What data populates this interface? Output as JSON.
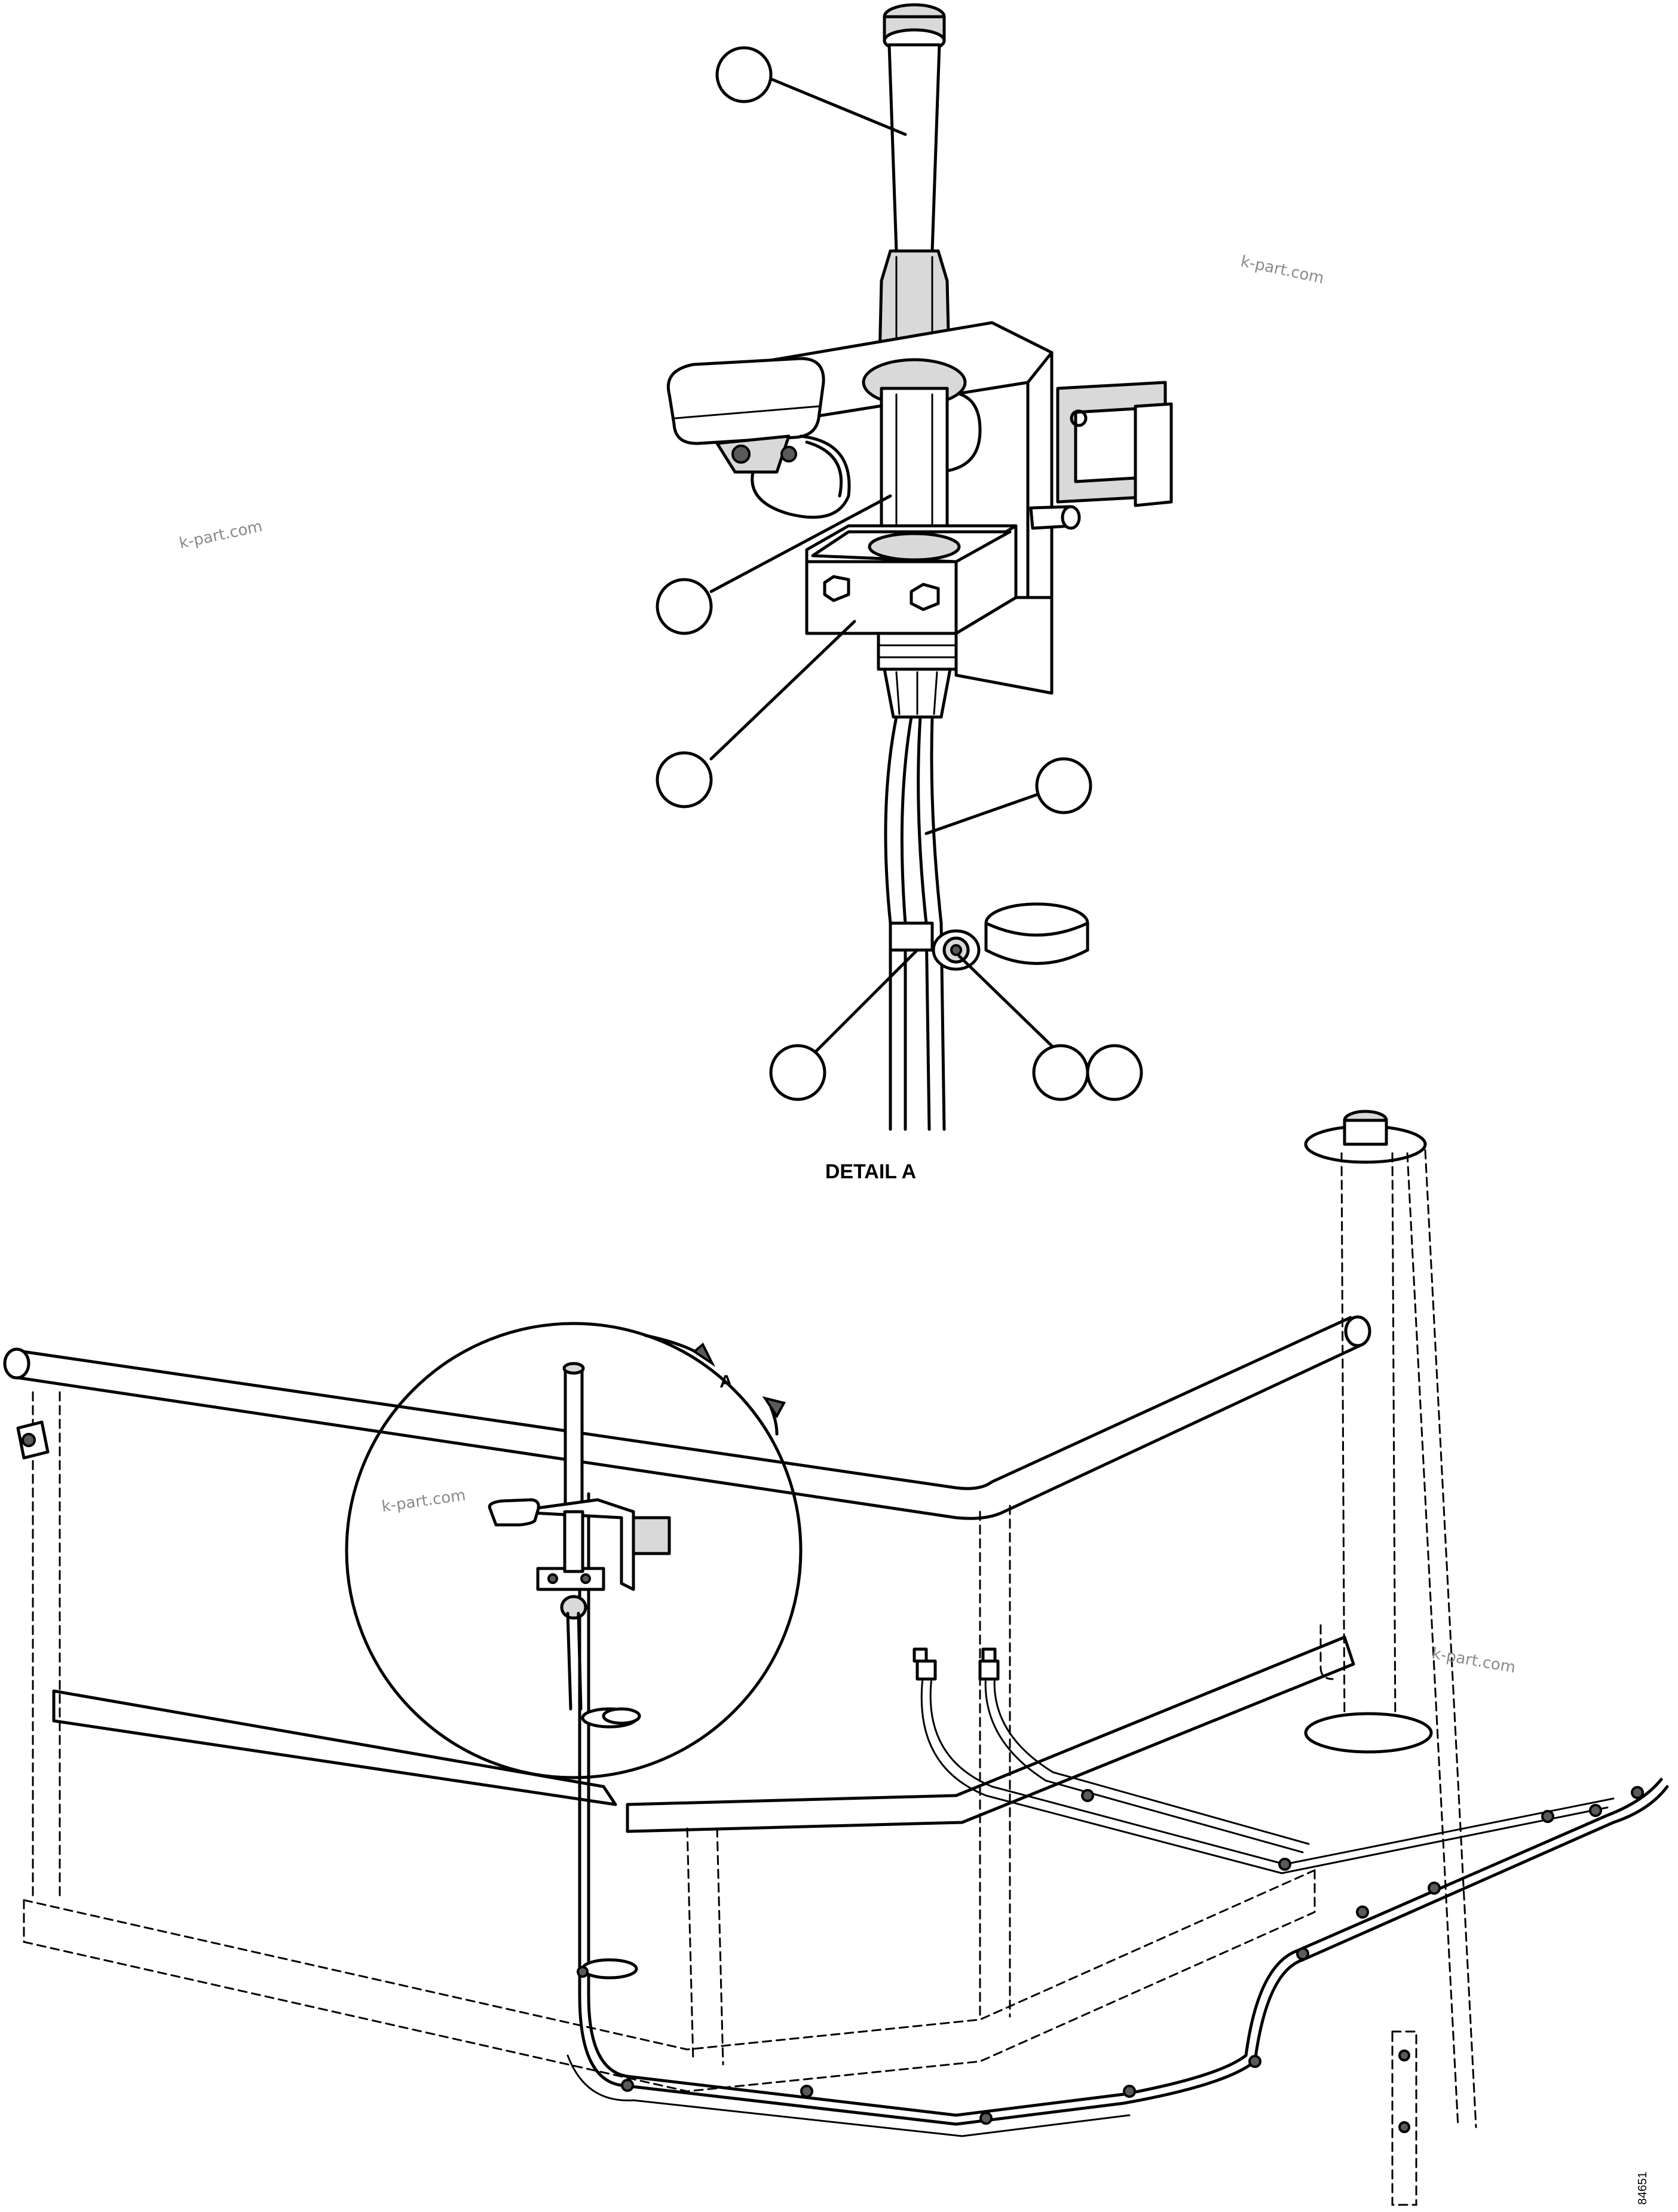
{
  "detail_label": "DETAIL A",
  "detail_ref_letter": "A",
  "drawing_number": "84651",
  "watermarks": [
    "k-part.com",
    "k-part.com",
    "k-part.com",
    "k-part.com"
  ],
  "callouts": [
    "",
    "",
    "",
    "",
    "",
    "",
    ""
  ]
}
